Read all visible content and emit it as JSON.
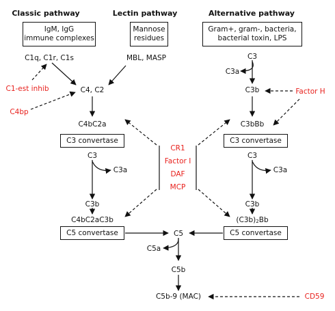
{
  "headers": {
    "classic": "Classic pathway",
    "lectin": "Lectin pathway",
    "alternative": "Alternative pathway"
  },
  "classic": {
    "activators_line1": "IgM, IgG",
    "activators_line2": "immune complexes",
    "c1": "C1q, C1r, C1s",
    "c4c2": "C4, C2",
    "c4bc2a": "C4bC2a",
    "c3_convertase": "C3 convertase",
    "c3": "C3",
    "c3a": "C3a",
    "c3b": "C3b",
    "c4bc2ac3b": "C4bC2aC3b",
    "c5_convertase": "C5 convertase"
  },
  "lectin": {
    "activators_line1": "Mannose",
    "activators_line2": "residues",
    "mbl": "MBL, MASP"
  },
  "alternative": {
    "activators_line1": "Gram+, gram-, bacteria,",
    "activators_line2": "bacterial toxin, LPS",
    "c3_top": "C3",
    "c3a_top": "C3a",
    "c3b_top": "C3b",
    "c3bbb": "C3bBb",
    "c3_convertase": "C3 convertase",
    "c3": "C3",
    "c3a": "C3a",
    "c3b": "C3b",
    "c3b2bb_pre": "(C3b)",
    "c3b2bb_sub": "2",
    "c3b2bb_post": "Bb",
    "c5_convertase": "C5 convertase"
  },
  "terminal": {
    "c5": "C5",
    "c5a": "C5a",
    "c5b": "C5b",
    "mac": "C5b-9 (MAC)"
  },
  "regulators": {
    "c1_inhib": "C1-est inhib",
    "c4bp": "C4bp",
    "factor_h": "Factor H",
    "cd59": "CD59",
    "center": [
      "CR1",
      "Factor I",
      "DAF",
      "MCP"
    ]
  },
  "colors": {
    "regulator": "#e8211d",
    "line": "#111111"
  }
}
